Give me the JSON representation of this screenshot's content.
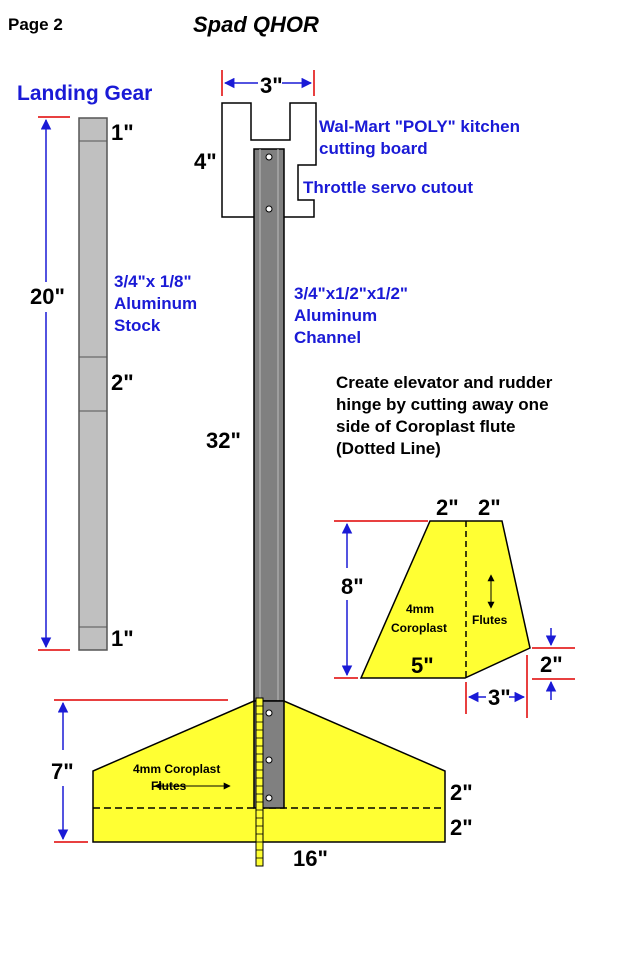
{
  "header": {
    "page_label": "Page 2",
    "title": "Spad QHOR"
  },
  "landing_gear": {
    "heading": "Landing Gear",
    "total_length": "20\"",
    "top_segment": "1\"",
    "mid_segment": "2\"",
    "bottom_segment": "1\"",
    "material_line1": "3/4\"x 1/8\"",
    "material_line2": "Aluminum",
    "material_line3": "Stock"
  },
  "mount": {
    "width": "3\"",
    "height": "4\"",
    "material_line1": "Wal-Mart \"POLY\" kitchen",
    "material_line2": "cutting board",
    "cutout_label": "Throttle servo cutout"
  },
  "boom": {
    "length": "32\"",
    "material_line1": "3/4\"x1/2\"x1/2\"",
    "material_line2": "Aluminum",
    "material_line3": "Channel"
  },
  "hinge_note": {
    "line1": "Create elevator and rudder",
    "line2": "hinge by cutting away one",
    "line3": "side of Coroplast flute",
    "line4": "(Dotted Line)"
  },
  "rudder": {
    "top_left": "2\"",
    "top_right": "2\"",
    "height": "8\"",
    "bottom": "5\"",
    "right_drop": "2\"",
    "bottom_right": "3\"",
    "material_line1": "4mm",
    "material_line2": "Coroplast",
    "flutes_label": "Flutes"
  },
  "stabilizer": {
    "height": "7\"",
    "right_upper": "2\"",
    "right_lower": "2\"",
    "width": "16\"",
    "material_label": "4mm Coroplast",
    "flutes_label": "Flutes"
  },
  "colors": {
    "coroplast": "#ffff33",
    "aluminum_stock": "#c0c0c0",
    "aluminum_channel": "#808080",
    "label_blue": "#1a1ad6",
    "dimension_red": "#e00000",
    "dimension_blue": "#1a1ad6"
  }
}
